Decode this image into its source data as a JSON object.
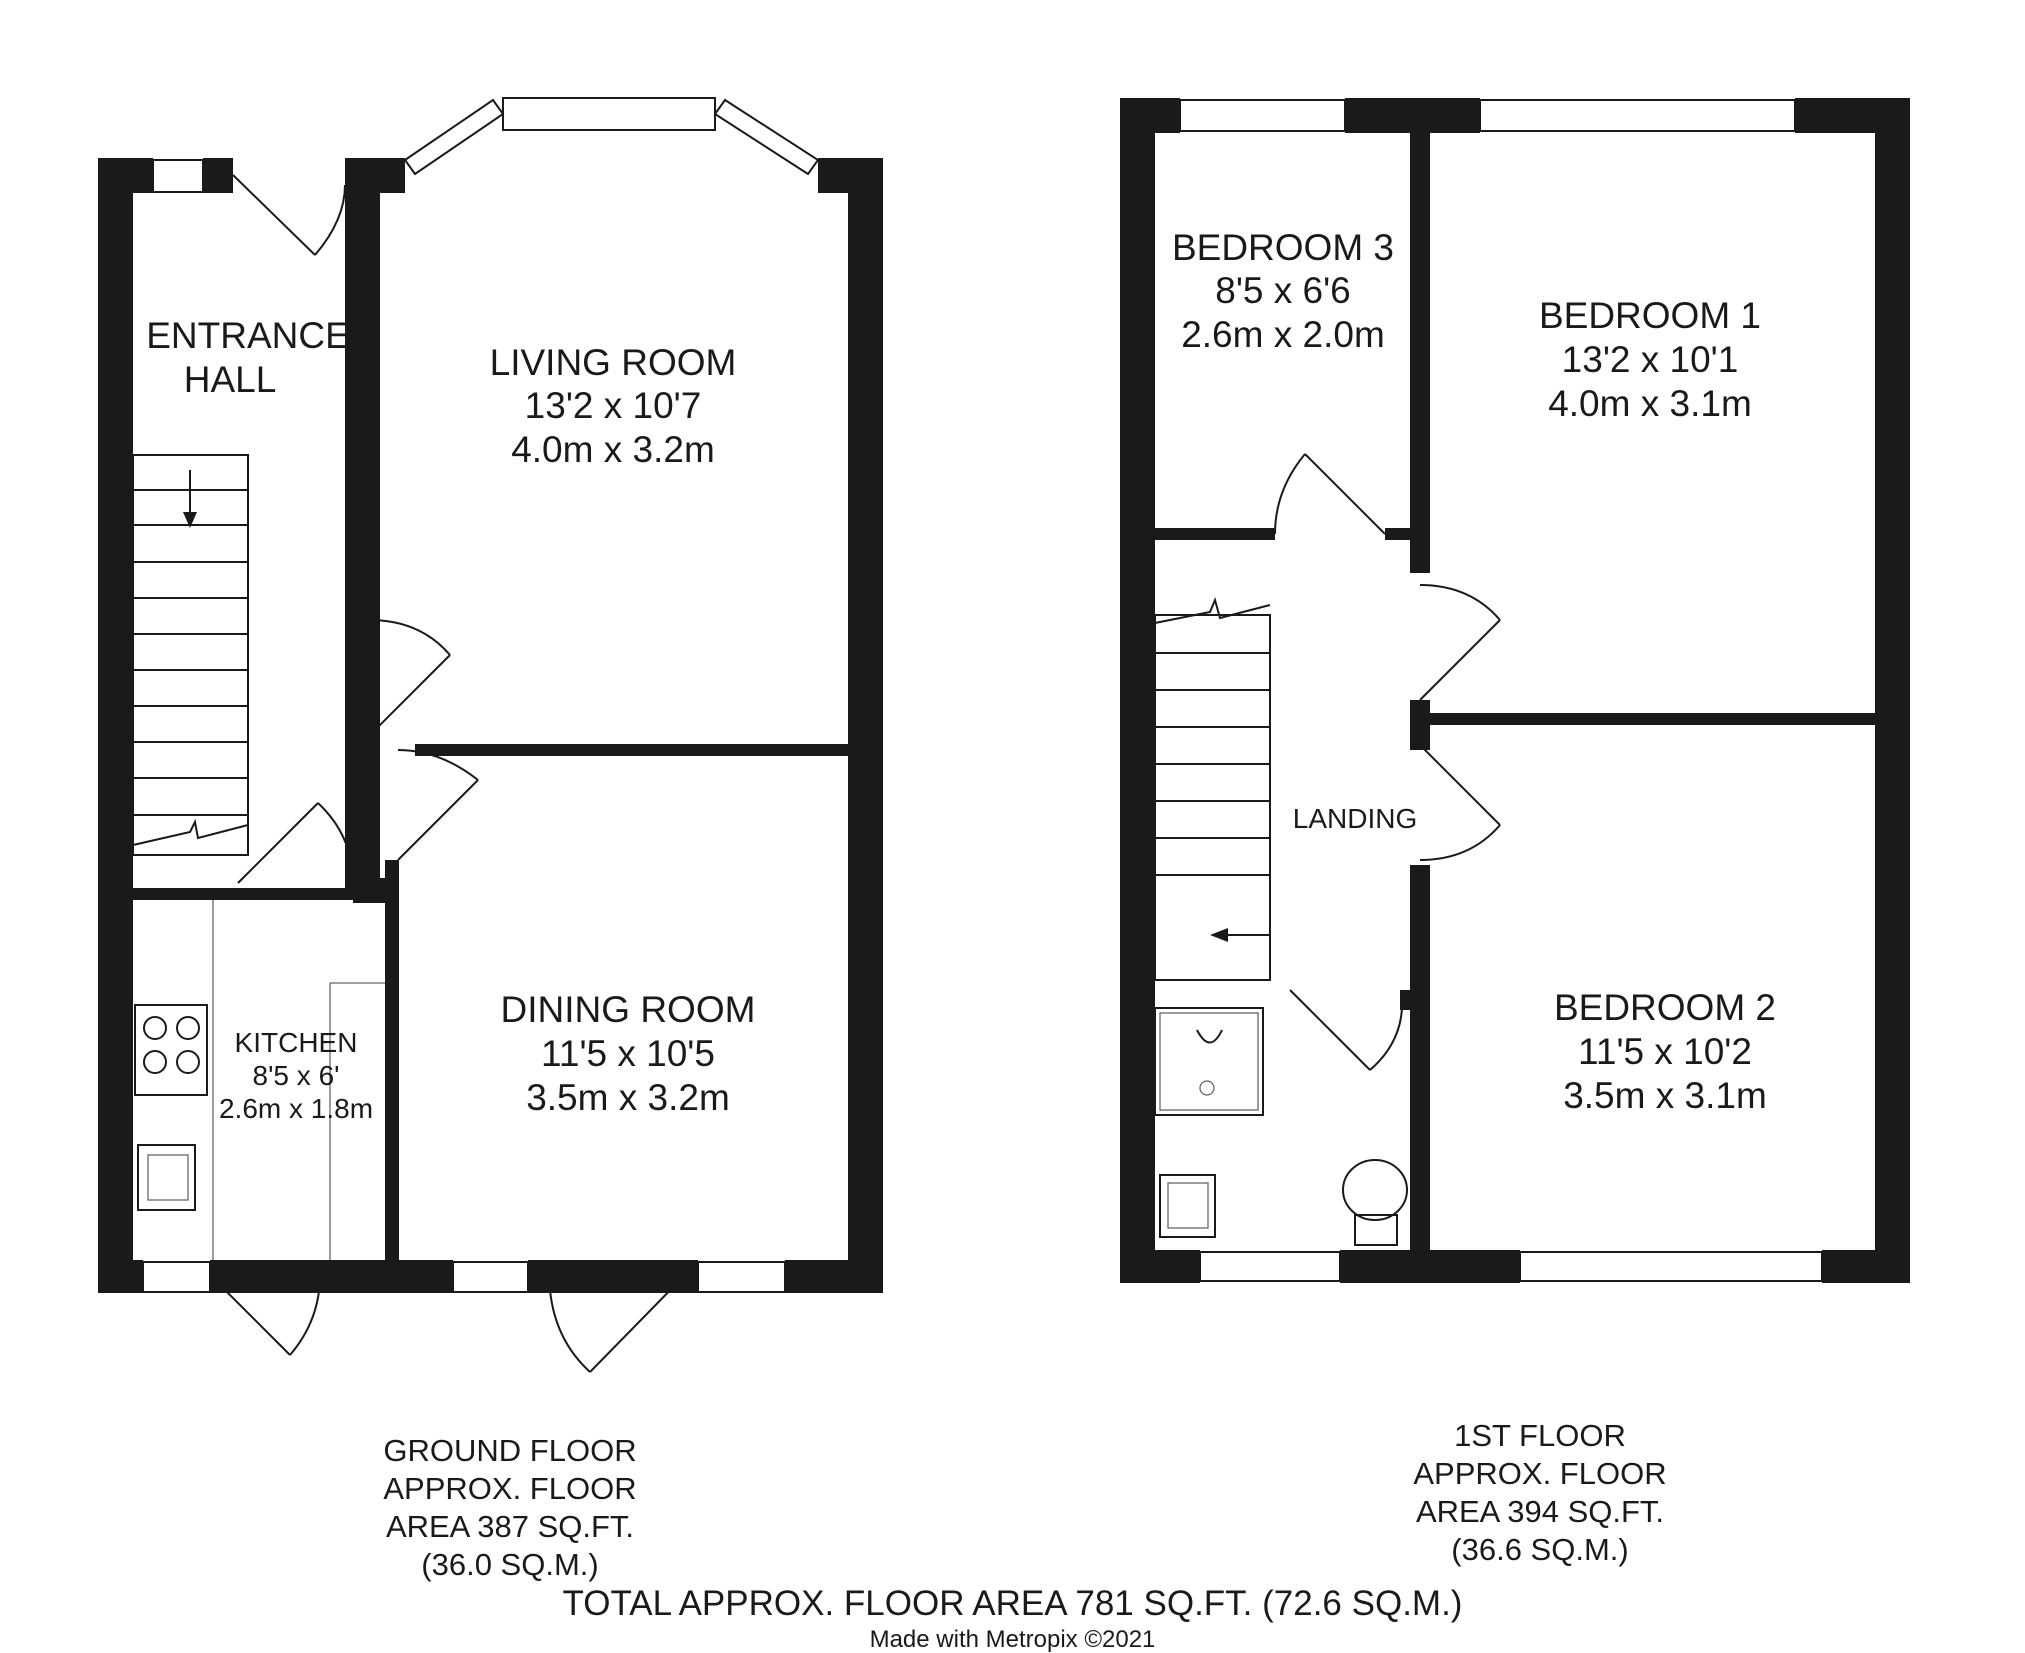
{
  "ground_floor": {
    "rooms": {
      "entrance_hall": {
        "name_line1": "ENTRANCE",
        "name_line2": "HALL"
      },
      "living_room": {
        "name": "LIVING ROOM",
        "imperial": "13'2 x 10'7",
        "metric": "4.0m x 3.2m"
      },
      "dining_room": {
        "name": "DINING ROOM",
        "imperial": "11'5 x 10'5",
        "metric": "3.5m x 3.2m"
      },
      "kitchen": {
        "name": "KITCHEN",
        "imperial": "8'5 x 6'",
        "metric": "2.6m x 1.8m"
      }
    },
    "caption": {
      "line1": "GROUND FLOOR",
      "line2": "APPROX. FLOOR",
      "line3": "AREA 387 SQ.FT.",
      "line4": "(36.0 SQ.M.)"
    }
  },
  "first_floor": {
    "rooms": {
      "bedroom_3": {
        "name": "BEDROOM 3",
        "imperial": "8'5 x 6'6",
        "metric": "2.6m x 2.0m"
      },
      "bedroom_1": {
        "name": "BEDROOM 1",
        "imperial": "13'2 x 10'1",
        "metric": "4.0m x 3.1m"
      },
      "bedroom_2": {
        "name": "BEDROOM 2",
        "imperial": "11'5 x 10'2",
        "metric": "3.5m x 3.1m"
      },
      "landing": {
        "name": "LANDING"
      }
    },
    "caption": {
      "line1": "1ST FLOOR",
      "line2": "APPROX. FLOOR",
      "line3": "AREA 394 SQ.FT.",
      "line4": "(36.6 SQ.M.)"
    }
  },
  "total_area": "TOTAL APPROX. FLOOR AREA 781 SQ.FT. (72.6 SQ.M.)",
  "credit": "Made with Metropix ©2021",
  "colors": {
    "wall": "#1a1a1a",
    "background": "#ffffff"
  }
}
